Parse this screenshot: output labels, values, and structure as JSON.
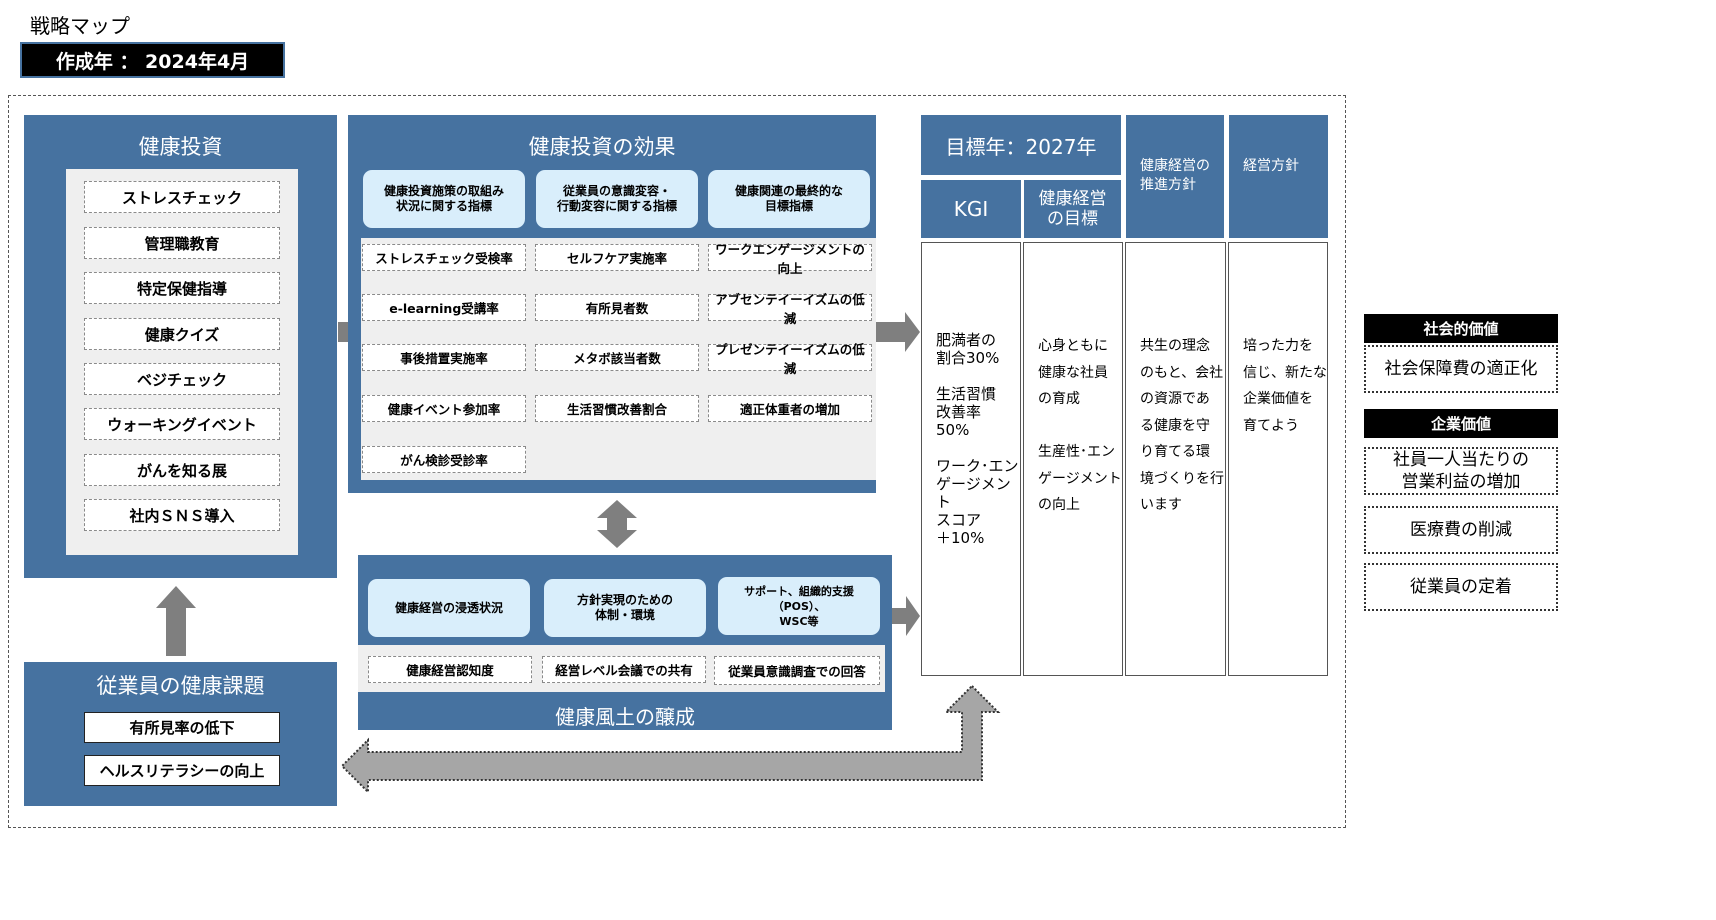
{
  "page": {
    "title": "戦略マップ",
    "created": "作成年 ： 2024年4月"
  },
  "investment": {
    "title": "健康投資",
    "items": [
      "ストレスチェック",
      "管理職教育",
      "特定保健指導",
      "健康クイズ",
      "ベジチェック",
      "ウォーキングイベント",
      "がんを知る展",
      "社内ＳＮＳ導入"
    ]
  },
  "issues": {
    "title": "従業員の健康課題",
    "items": [
      "有所見率の低下",
      "ヘルスリテラシーの向上"
    ]
  },
  "effects": {
    "title": "健康投資の効果",
    "headers": [
      "健康投資施策の取組み\n状況に関する指標",
      "従業員の意識変容・\n行動変容に関する指標",
      "健康関連の最終的な\n目標指標"
    ],
    "col1": [
      "ストレスチェック受検率",
      "e-learning受講率",
      "事後措置実施率",
      "健康イベント参加率",
      "がん検診受診率"
    ],
    "col2": [
      "セルフケア実施率",
      "有所見者数",
      "メタボ該当者数",
      "生活習慣改善割合"
    ],
    "col3": [
      "ワークエンゲージメントの向上",
      "アブセンテイーイズムの低減",
      "プレゼンテイーイズムの低減",
      "適正体重者の増加"
    ]
  },
  "culture": {
    "title": "健康風土の醸成",
    "headers": [
      "健康経営の浸透状況",
      "方針実現のための\n体制・環境",
      "サポート、組織的支援（POS）、\nWSC等"
    ],
    "items": [
      "健康経営認知度",
      "経営レベル会議での共有",
      "従業員意識調査での回答"
    ]
  },
  "target": {
    "year": "目標年：2027年",
    "kgi_label": "KGI",
    "goal_label": "健康経営\nの目標",
    "policy_label": "健康経営の\n推進方針",
    "management_label": "経営方針",
    "kgi_text": "肥満者の\n割合30%\n\n生活習慣\n改善率\n50%\n\nワーク･エン\nゲージメント\nスコア\n＋10%",
    "goal_text": "心身ともに\n健康な社員\nの育成\n\n生産性･エン\nゲージメント\nの向上",
    "policy_text": "共生の理念\nのもと、会社\nの資源であ\nる健康を守\nり育てる環\n境づくりを行\nいます",
    "management_text": "培った力を\n信じ、新たな\n企業価値を\n育てよう"
  },
  "values": {
    "social_head": "社会的価値",
    "social_items": [
      "社会保障費の適正化"
    ],
    "corp_head": "企業価値",
    "corp_items": [
      "社員一人当たりの\n営業利益の増加",
      "医療費の削減",
      "従業員の定着"
    ]
  },
  "colors": {
    "panel_blue": "#4672a0",
    "pill_blue": "#d9eefb",
    "arrow_gray": "#7f7f7f"
  }
}
